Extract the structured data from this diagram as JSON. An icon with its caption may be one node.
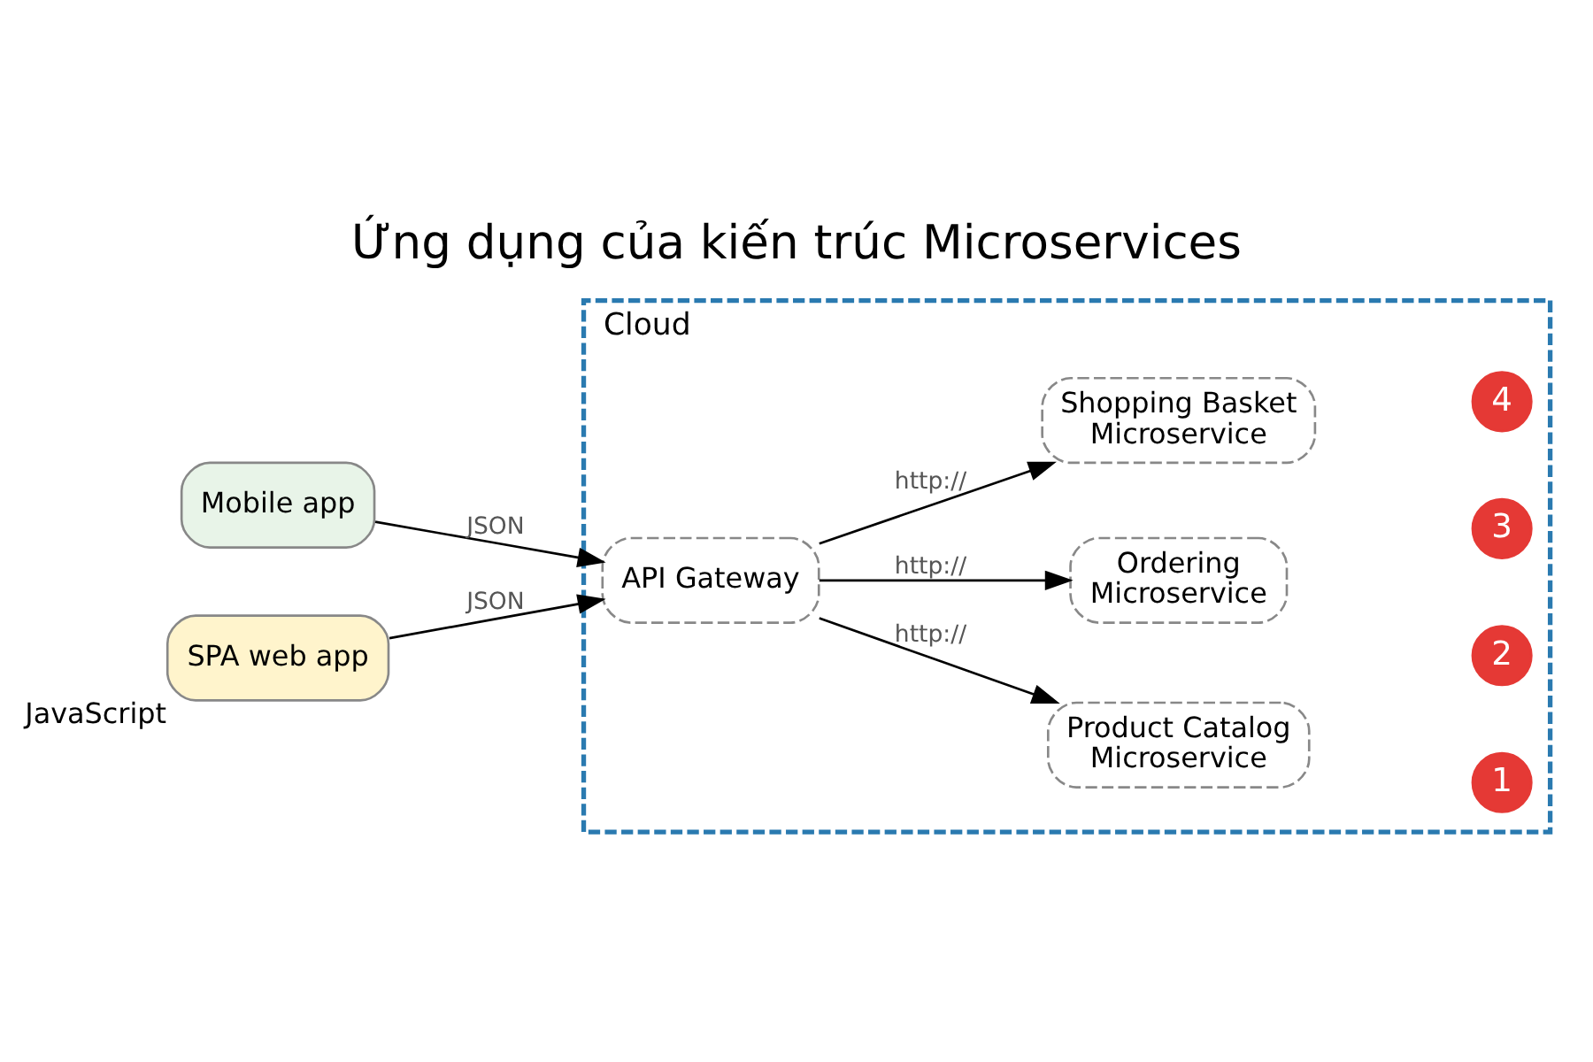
{
  "diagram": {
    "title": "Ứng dụng của kiến trúc Microservices",
    "nodes": [
      {
        "text": [
          "Cloud"
        ]
      },
      {
        "text": [
          "Mobile app"
        ]
      },
      {
        "text": [
          "SPA web app"
        ],
        "beside": [
          "JavaScript"
        ]
      },
      {
        "text": [
          "API Gateway"
        ],
        "in": 0
      },
      {
        "text": [
          "Product Catalog",
          "Microservice"
        ],
        "in": 0
      },
      {
        "text": [
          "Ordering",
          "Microservice"
        ],
        "in": 0
      },
      {
        "text": [
          "Shopping Basket",
          "Microservice"
        ],
        "in": 0
      },
      {
        "text": [
          "1"
        ],
        "in": 0
      },
      {
        "text": [
          "2"
        ],
        "in": 0
      },
      {
        "text": [
          "3"
        ],
        "in": 0
      },
      {
        "text": [
          "4"
        ],
        "in": 0
      }
    ],
    "edges": [
      {
        "from": 1,
        "to": 3,
        "arrow": "to",
        "label": "JSON"
      },
      {
        "from": 2,
        "to": 3,
        "arrow": "to",
        "label": "JSON"
      },
      {
        "from": 3,
        "to": 4,
        "arrow": "to",
        "label": "http://"
      },
      {
        "from": 3,
        "to": 5,
        "arrow": "to",
        "label": "http://"
      },
      {
        "from": 3,
        "to": 6,
        "arrow": "to",
        "label": "http://"
      }
    ]
  }
}
